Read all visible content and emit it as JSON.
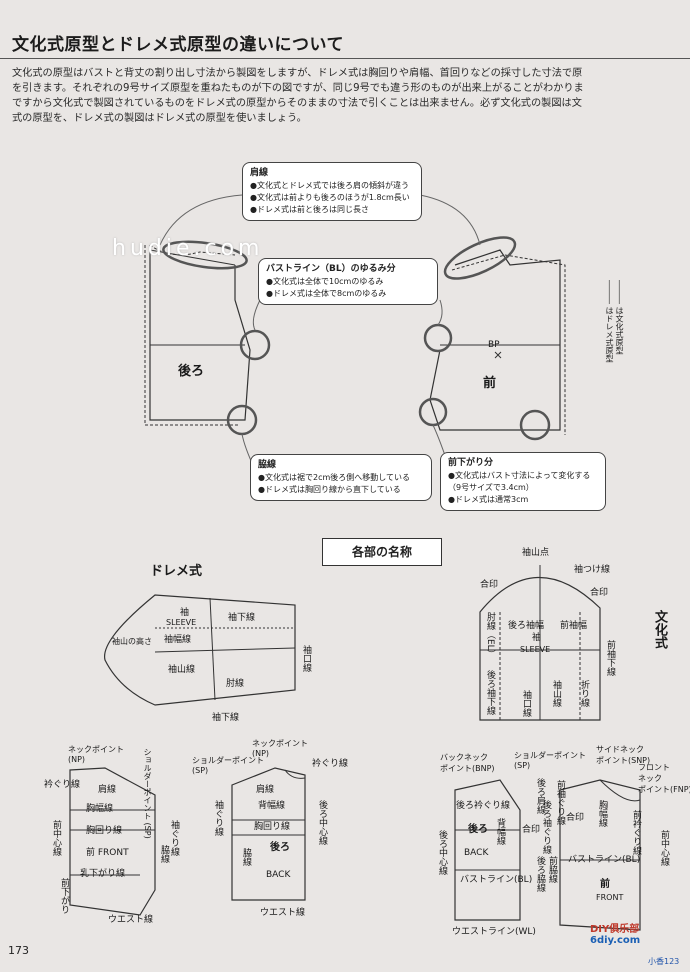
{
  "title": "文化式原型とドレメ式原型の違いについて",
  "intro": [
    "文化式の原型はバストと背丈の割り出し寸法から製図をしますが、ドレメ式は胸回りや肩幅、首回りなどの採寸した寸法で原",
    "を引きます。それぞれの9号サイズ原型を重ねたものが下の図ですが、同じ9号でも違う形のものが出来上がることがわかりま",
    "ですから文化式で製図されているものをドレメ式の原型からそのままの寸法で引くことは出来ません。必ず文化式の製図は文",
    "式の原型を、ドレメ式の製図はドレメ式の原型を使いましょう。"
  ],
  "watermark": "hudie.com",
  "callouts": {
    "shoulder": {
      "title": "肩線",
      "lines": [
        "●文化式とドレメ式では後ろ肩の傾斜が違う",
        "●文化式は前よりも後ろのほうが1.8cm長い",
        "●ドレメ式は前と後ろは同じ長さ"
      ]
    },
    "bust": {
      "title": "バストライン（BL）のゆるみ分",
      "lines": [
        "●文化式は全体で10cmのゆるみ",
        "●ドレメ式は全体で8cmのゆるみ"
      ]
    },
    "side": {
      "title": "脇線",
      "lines": [
        "●文化式は裾で2cm後ろ側へ移動している",
        "●ドレメ式は胸回り線から直下している"
      ]
    },
    "hem": {
      "title": "前下がり分",
      "lines": [
        "●文化式はバスト寸法によって変化する",
        "（9号サイズで3.4cm）",
        "●ドレメ式は通常3cm"
      ]
    }
  },
  "legend": [
    "――― は文化式原型",
    "――― はドレメ式原型"
  ],
  "bodice_top": {
    "back": "後ろ",
    "front": "前",
    "bp": "BP"
  },
  "section_label": "各部の名称",
  "dreme": {
    "heading": "ドレメ式",
    "sleeve": {
      "name": "袖",
      "en": "SLEEVE",
      "l1": "袖下線",
      "l2": "袖幅線",
      "l3": "袖山の高さ",
      "l4": "袖山線",
      "l5": "肘線",
      "l6": "袖口線",
      "l7": "袖下線"
    },
    "front": {
      "np": "ネックポイント\n(NP)",
      "l1": "衿ぐり線",
      "l2": "肩線",
      "l3": "胸幅線",
      "l4": "胸回り線",
      "name": "前 FRONT",
      "l5": "乳下がり線",
      "l6": "前中心線",
      "l7": "前下がり",
      "l8": "ウエスト線",
      "l9": "脇線",
      "l10": "袖ぐり線",
      "sp": "ショルダーポイント (SP)"
    },
    "back": {
      "sp": "ショルダーポイント\n(SP)",
      "np": "ネックポイント\n(NP)",
      "l1": "衿ぐり線",
      "l2": "肩線",
      "l3": "背幅線",
      "l4": "胸回り線",
      "name": "後ろ",
      "en": "BACK",
      "l5": "後ろ中心線",
      "l6": "袖ぐり線",
      "l7": "脇線",
      "l8": "ウエスト線"
    }
  },
  "bunka": {
    "heading": "文化式",
    "sleeve": {
      "top": "袖山点",
      "l1": "袖つけ線",
      "l2": "合印",
      "l3": "合印",
      "name": "袖",
      "en": "SLEEVE",
      "l4": "後ろ袖幅",
      "l5": "前袖幅",
      "l6": "肘線（EL）",
      "l7": "袖山線",
      "l8": "後ろ袖下線",
      "l9": "前袖下線",
      "l10": "袖口線",
      "l11": "折り線"
    },
    "bodice": {
      "bnp": "バックネック\nポイント(BNP)",
      "sp": "ショルダーポイント\n(SP)",
      "snp": "サイドネック\nポイント(SNP)",
      "fnp": "フロント\nネック\nポイント(FNP)",
      "l1": "後ろ衿ぐり線",
      "l2": "後ろ肩線",
      "l3": "背幅線",
      "back": "後ろ",
      "back_en": "BACK",
      "l4": "合印",
      "l5": "後ろ袖ぐり線",
      "l6": "前袖ぐり線",
      "l7": "胸幅線",
      "l8": "前衿ぐり線",
      "l9": "合印",
      "l10": "後ろ中心線",
      "l11": "バストライン(BL)",
      "l12": "ウエストライン(WL)",
      "l13": "後ろ脇線",
      "l14": "前脇線",
      "l15": "前中心線",
      "l16": "バストライン(BL)",
      "front": "前",
      "front_en": "FRONT"
    }
  },
  "page_number": "173",
  "logo": "6diy.com",
  "logo_cn": "DIY俱乐部",
  "logo_small": "小香123"
}
